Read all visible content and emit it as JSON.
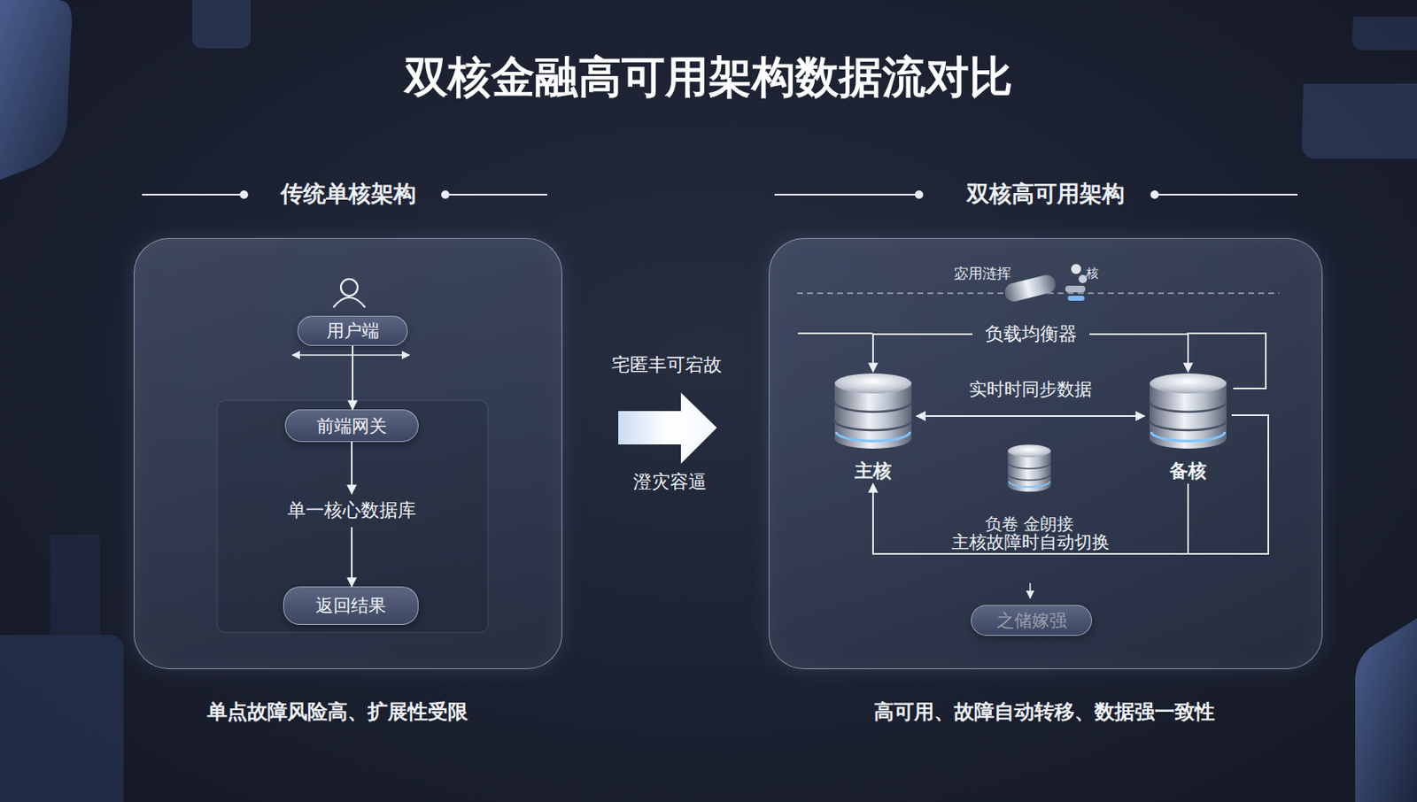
{
  "diagram": {
    "title": "双核金融高可用架构数据流对比",
    "nodes": [
      {
        "text": [
          "传统单核架构"
        ]
      },
      {
        "text": [
          "用户端"
        ],
        "in": 0
      },
      {
        "text": [
          "前端网关"
        ],
        "in": 0
      },
      {
        "text": [
          "单一核心数据库"
        ],
        "in": 0
      },
      {
        "text": [
          "返回结果"
        ],
        "in": 0
      },
      {
        "text": [
          "双核高可用架构"
        ]
      },
      {
        "text": [
          "负载均衡器"
        ],
        "in": 5
      },
      {
        "text": [
          "主核"
        ],
        "in": 5
      },
      {
        "text": [
          "备核"
        ],
        "in": 5
      },
      {
        "text": [
          "负卷 金朗接"
        ],
        "in": 5
      },
      {
        "text": [
          "之储嫁强"
        ],
        "in": 5
      }
    ],
    "edges": [
      {
        "from": 1,
        "to": 2,
        "arrow": "to"
      },
      {
        "from": 2,
        "to": 3,
        "arrow": "to"
      },
      {
        "from": 3,
        "to": 4,
        "arrow": "to"
      },
      {
        "from": 6,
        "to": 7,
        "arrow": "to"
      },
      {
        "from": 6,
        "to": 8,
        "arrow": "to"
      },
      {
        "from": 7,
        "to": 8,
        "label": "实时时同步数据",
        "arrow": "both"
      },
      {
        "from": 8,
        "to": 7,
        "label": "主核故障时自动切换",
        "arrow": "to"
      }
    ],
    "labels": [
      "宅匿丰可宕故",
      "澄灾容逼",
      "宓用涟挥",
      "核",
      "单点故障风险高、扩展性受限",
      "高可用、故障自动转移、数据强一致性"
    ]
  }
}
